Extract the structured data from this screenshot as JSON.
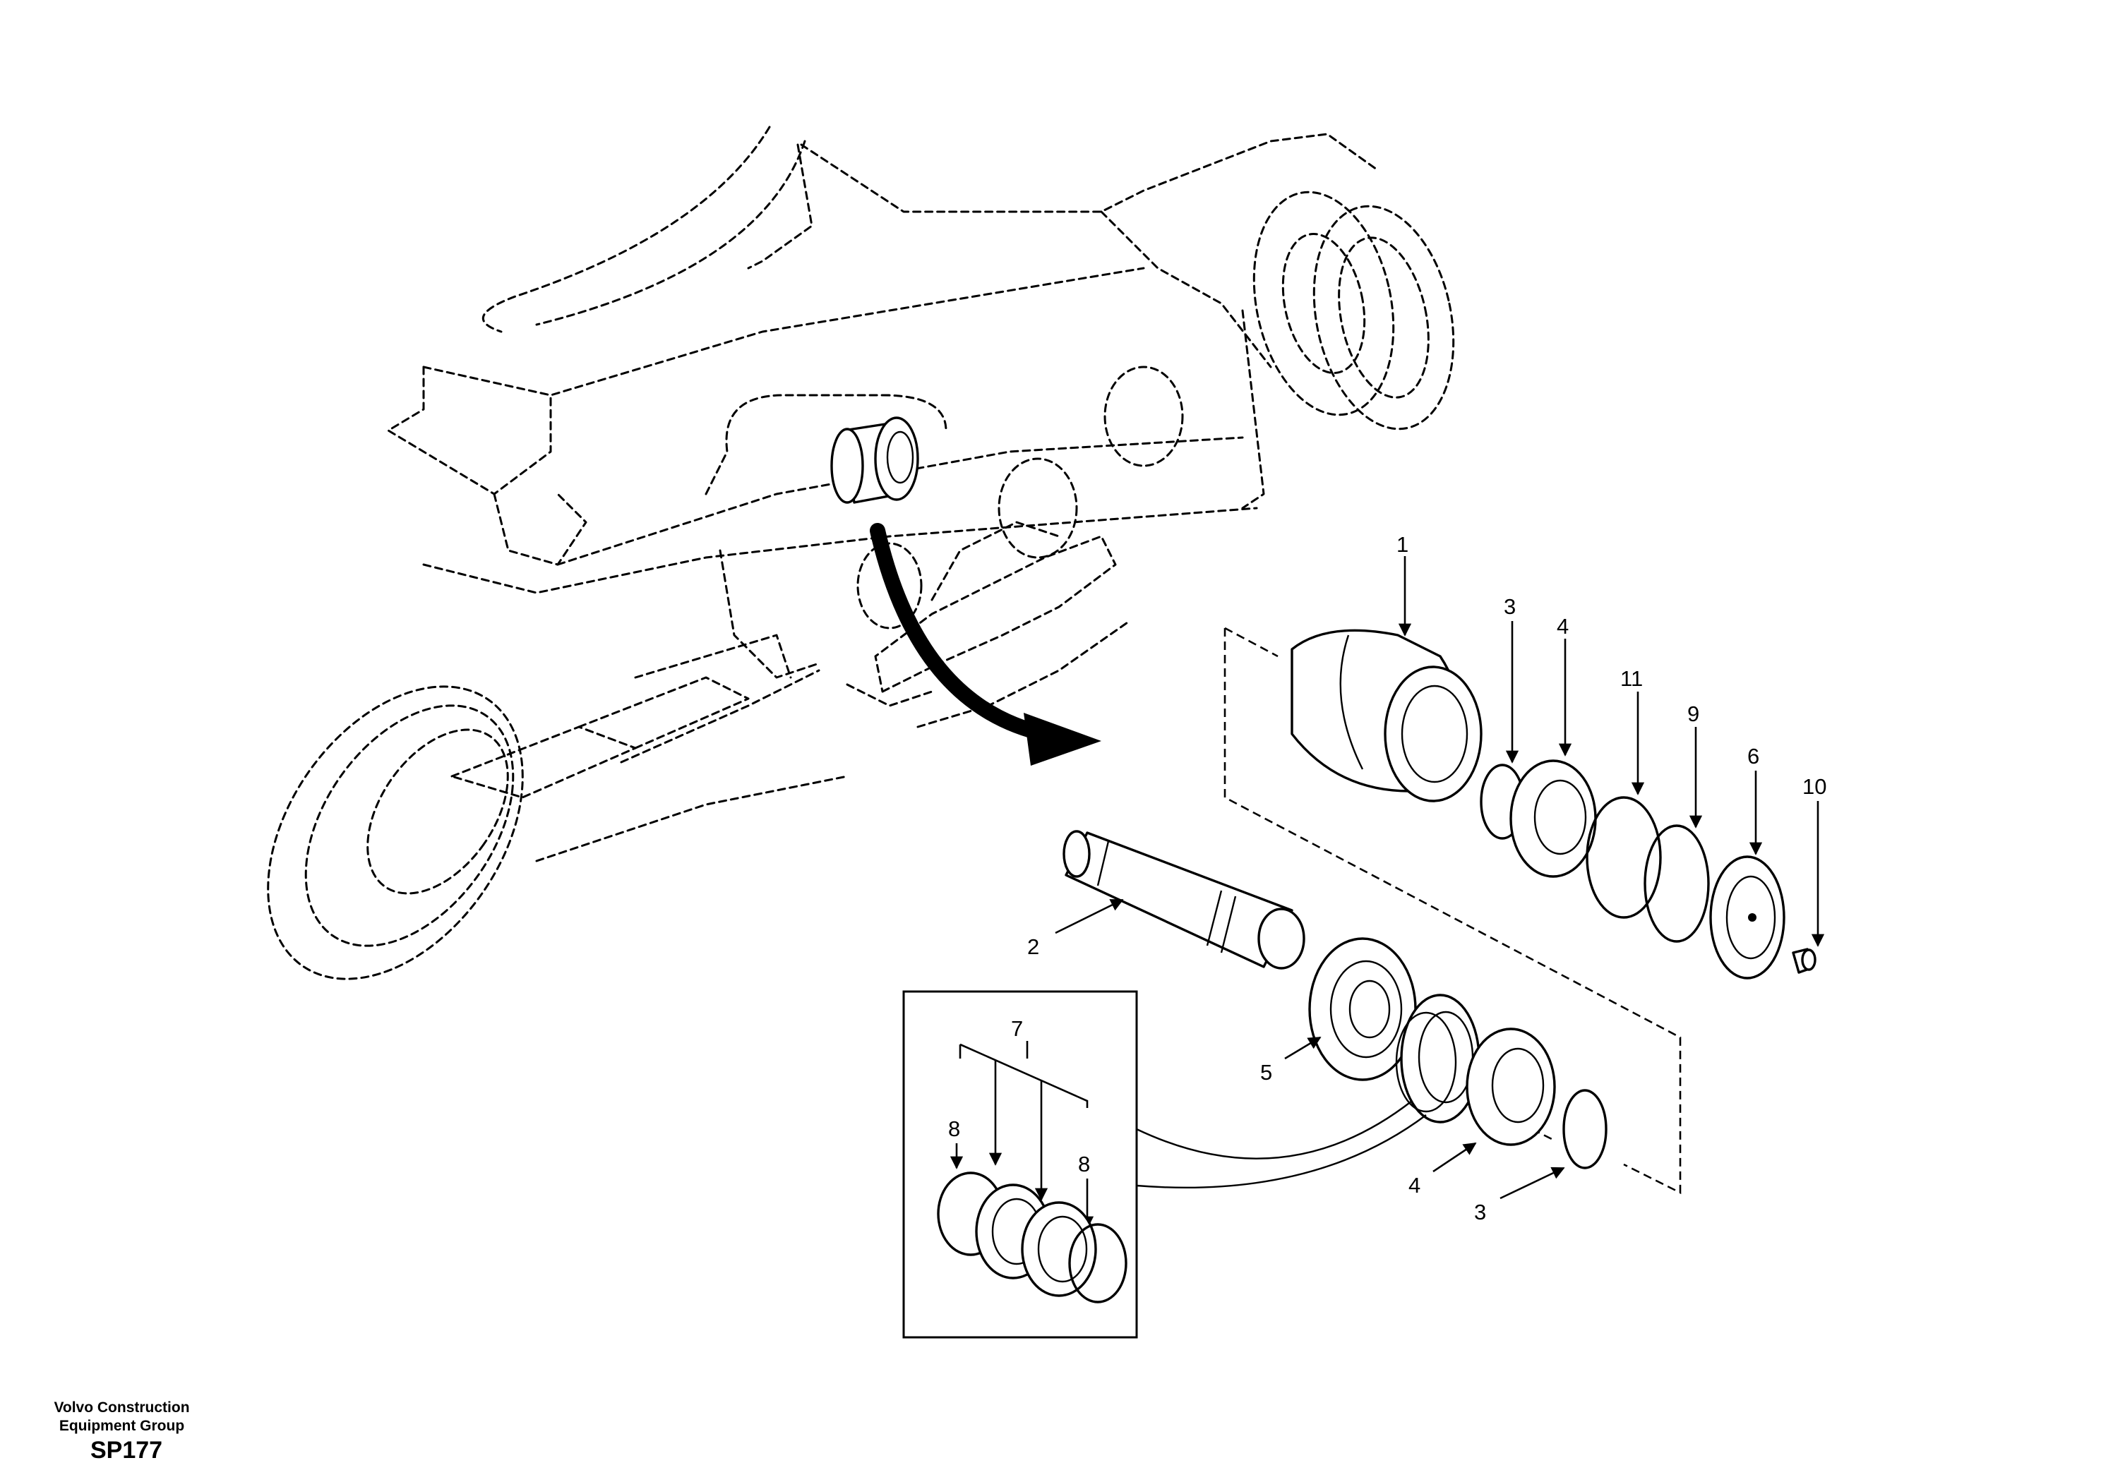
{
  "diagram": {
    "callouts": {
      "c1": "1",
      "c2": "2",
      "c3a": "3",
      "c3b": "3",
      "c4a": "4",
      "c4b": "4",
      "c5": "5",
      "c6": "6",
      "c7": "7",
      "c8a": "8",
      "c8b": "8",
      "c9": "9",
      "c10": "10",
      "c11": "11"
    }
  },
  "footer": {
    "company_line1": "Volvo Construction",
    "company_line2": "Equipment Group",
    "code": "SP177"
  }
}
